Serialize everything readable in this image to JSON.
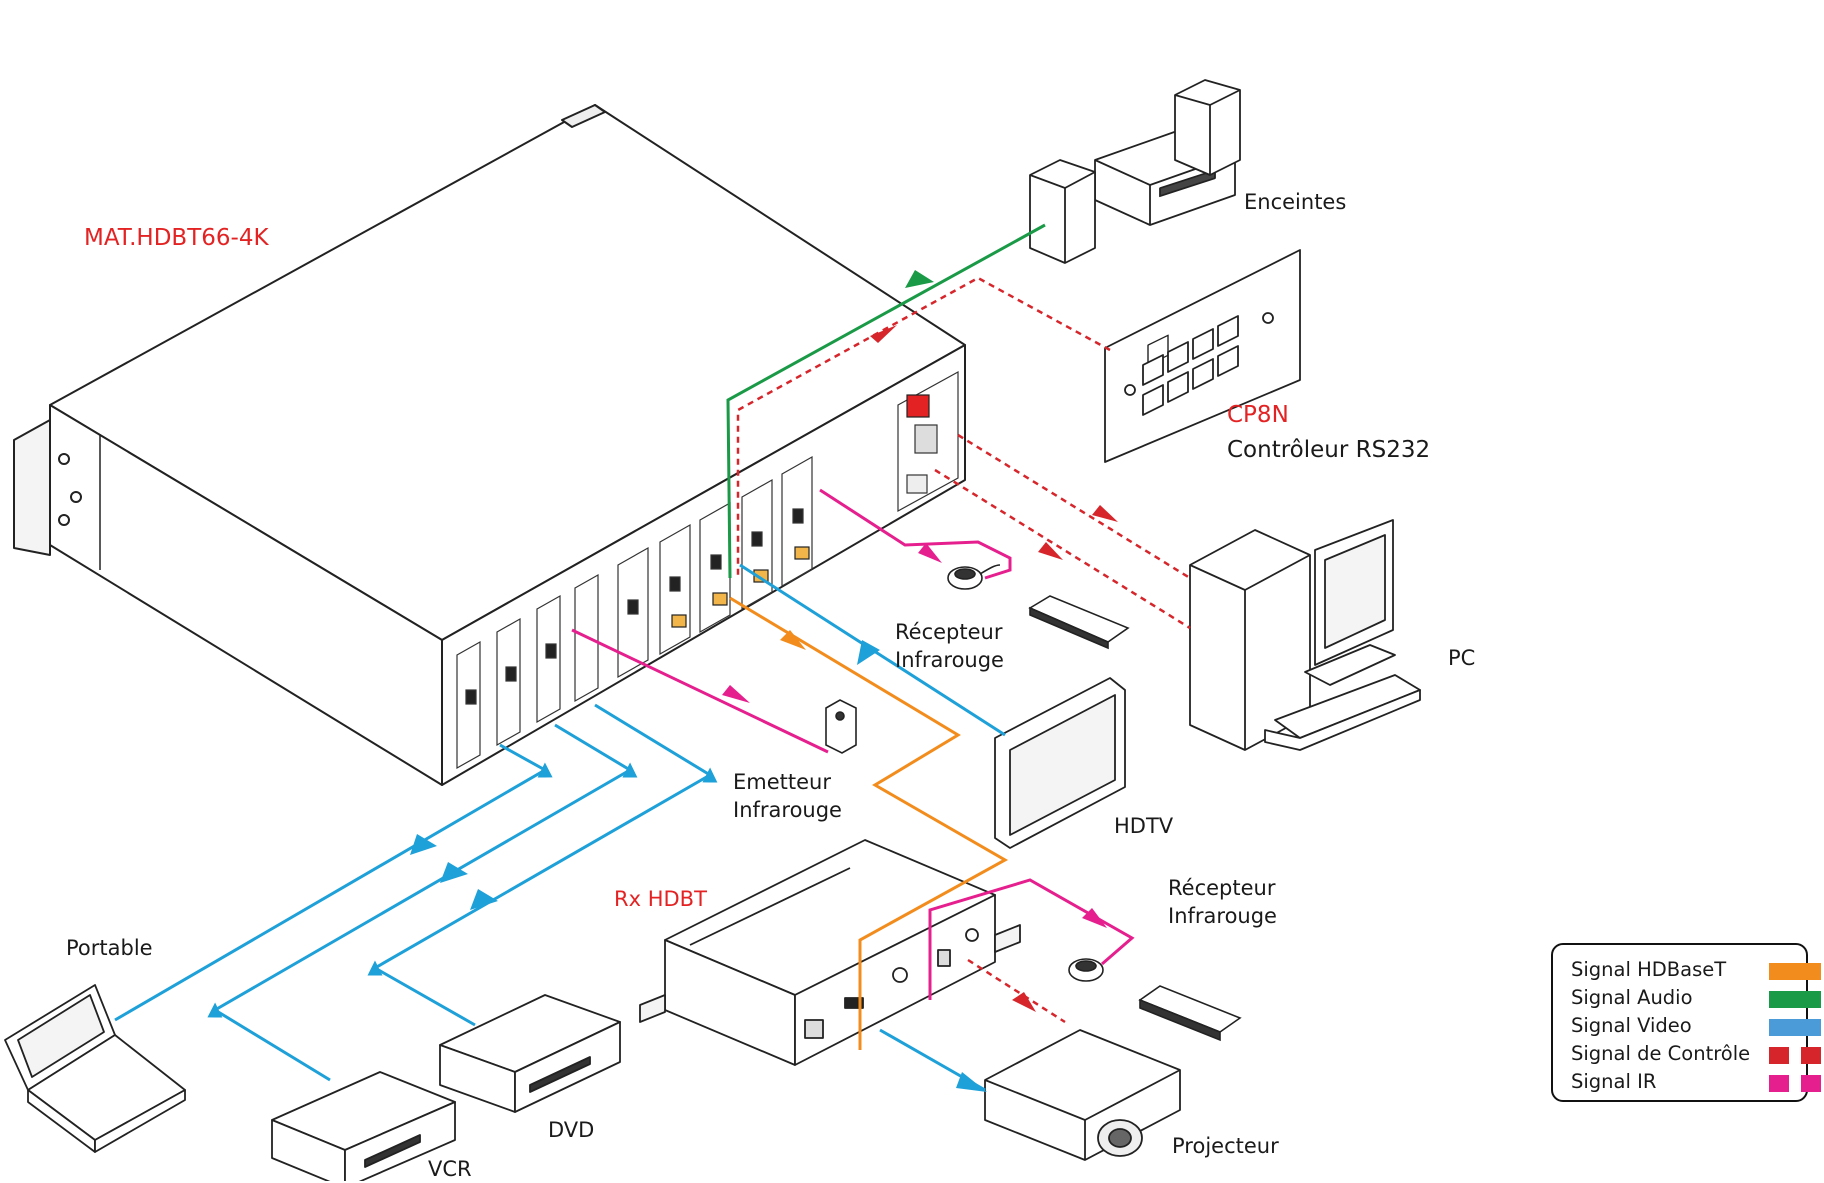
{
  "labels": {
    "matrix": "MAT.HDBT66-4K",
    "speakers": "Enceintes",
    "cp8n": "CP8N",
    "controller": "Contrôleur RS232",
    "pc": "PC",
    "ir_receiver_top_1": "Récepteur",
    "ir_receiver_top_2": "Infrarouge",
    "ir_emitter_1": "Emetteur",
    "ir_emitter_2": "Infrarouge",
    "hdtv": "HDTV",
    "rx_hdbt": "Rx HDBT",
    "ir_receiver_bottom_1": "Récepteur",
    "ir_receiver_bottom_2": "Infrarouge",
    "laptop": "Portable",
    "dvd": "DVD",
    "vcr": "VCR",
    "projector": "Projecteur"
  },
  "legend": {
    "items": [
      {
        "label": "Signal HDBaseT",
        "color": "#f28c1c",
        "style": "solid"
      },
      {
        "label": "Signal Audio",
        "color": "#1a9a47",
        "style": "solid"
      },
      {
        "label": "Signal Video",
        "color": "#4a9bd8",
        "style": "solid"
      },
      {
        "label": "Signal de Contrôle",
        "color": "#d7262b",
        "style": "dashed"
      },
      {
        "label": "Signal IR",
        "color": "#e61f8e",
        "style": "dashed"
      }
    ]
  },
  "colors": {
    "hdbaset": "#f28c1c",
    "audio": "#1a9a47",
    "video": "#1ea0d8",
    "control": "#d7262b",
    "ir": "#e61f8e",
    "label_accent": "#e32323"
  }
}
